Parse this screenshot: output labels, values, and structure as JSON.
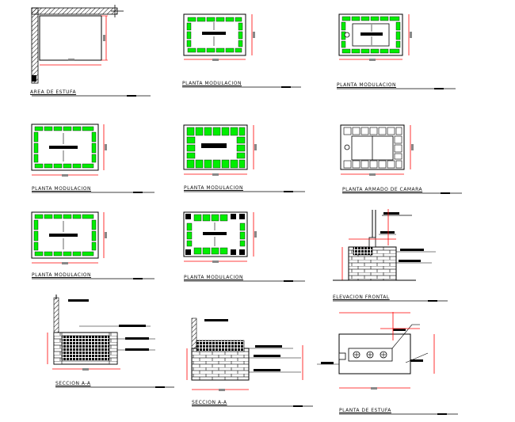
{
  "colors": {
    "line": "#000000",
    "module_brick": "#00ee00",
    "dimension": "#ff0000",
    "label_bar": "#888888"
  },
  "drawings": [
    {
      "id": "area-estufa",
      "caption": "AREA DE ESTUFA"
    },
    {
      "id": "planta-modulacion-1",
      "caption": "PLANTA MODULACION"
    },
    {
      "id": "planta-modulacion-2",
      "caption": "PLANTA MODULACION"
    },
    {
      "id": "planta-modulacion-3",
      "caption": "PLANTA MODULACION"
    },
    {
      "id": "planta-modulacion-4",
      "caption": "PLANTA MODULACION"
    },
    {
      "id": "planta-armado-camara",
      "caption": "PLANTA ARMADO DE CAMARA"
    },
    {
      "id": "planta-modulacion-5",
      "caption": "PLANTA MODULACION"
    },
    {
      "id": "planta-modulacion-6",
      "caption": "PLANTA MODULACION"
    },
    {
      "id": "elevacion-frontal",
      "caption": "ELEVACION FRONTAL"
    },
    {
      "id": "seccion-a-a-1",
      "caption": "SECCION A-A"
    },
    {
      "id": "seccion-a-a-2",
      "caption": "SECCION A-A"
    },
    {
      "id": "planta-estufa",
      "caption": "PLANTA DE ESTUFA"
    }
  ]
}
